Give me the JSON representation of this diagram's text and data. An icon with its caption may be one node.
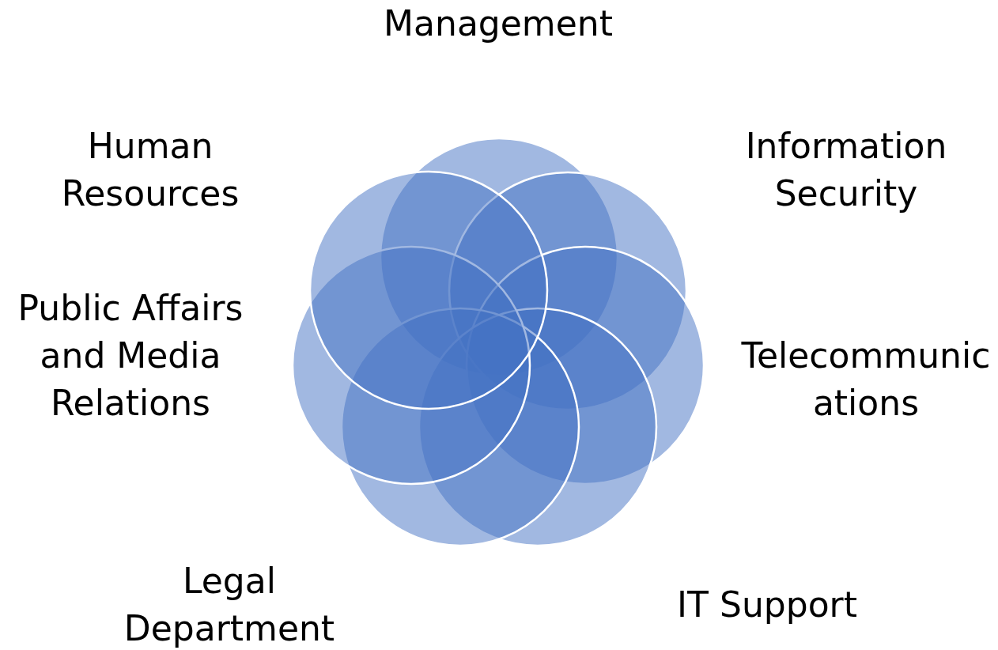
{
  "diagram": {
    "nodes": [
      {
        "text": [],
        "shape": "circle",
        "beside": [
          "Management"
        ]
      },
      {
        "text": [],
        "shape": "circle",
        "beside": [
          "Information Security"
        ]
      },
      {
        "text": [],
        "shape": "circle",
        "beside": [
          "Telecommunications"
        ]
      },
      {
        "text": [],
        "shape": "circle",
        "beside": [
          "IT Support"
        ]
      },
      {
        "text": [],
        "shape": "circle",
        "beside": [
          "Legal Department"
        ]
      },
      {
        "text": [],
        "shape": "circle",
        "beside": [
          "Public Affairs and Media Relations"
        ]
      },
      {
        "text": [],
        "shape": "circle",
        "beside": [
          "Human Resources"
        ]
      }
    ],
    "edges": []
  }
}
